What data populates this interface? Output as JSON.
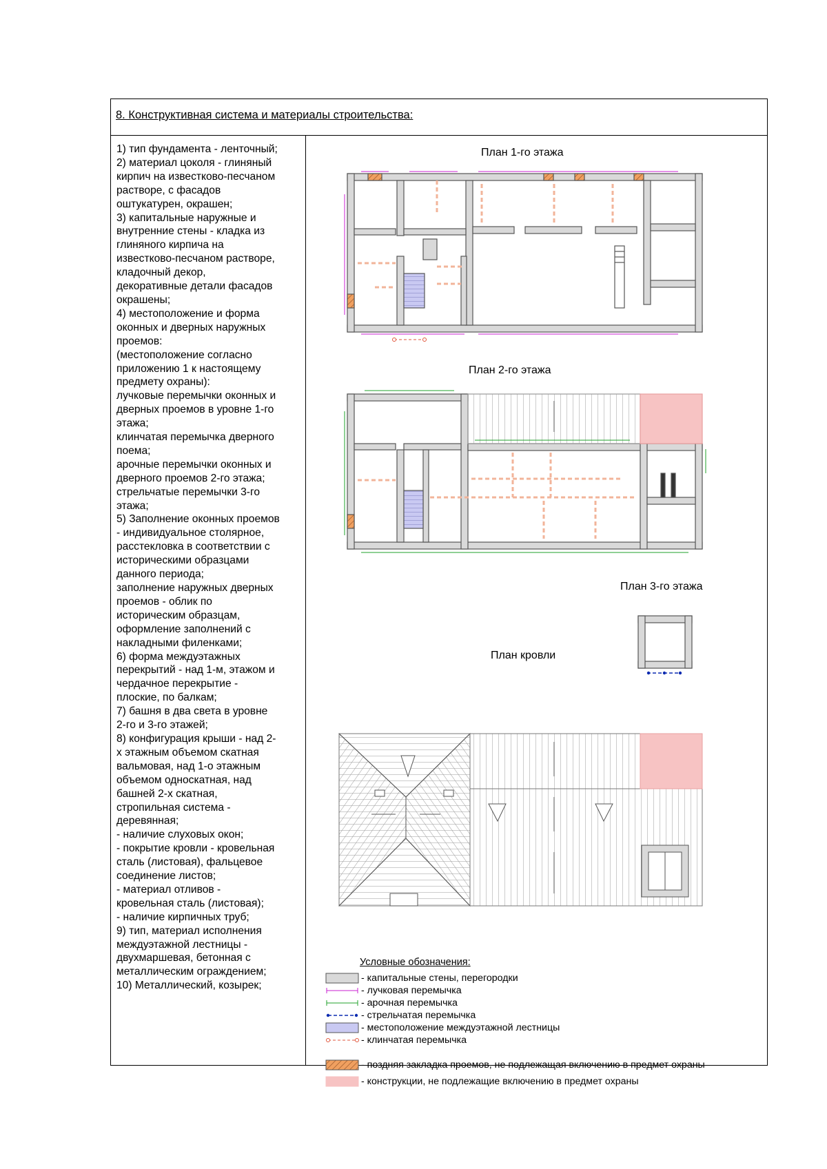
{
  "section_title": "8. Конструктивная система и материалы строительства:",
  "description_lines": [
    "1) тип фундамента - ленточный;",
    "2) материал цоколя - глиняный",
    "кирпич на известково-песчаном",
    "растворе, с фасадов",
    "оштукатурен, окрашен;",
    "3) капитальные наружные и",
    "внутренние стены - кладка из",
    "глиняного кирпича на",
    "известково-песчаном растворе,",
    "кладочный декор,",
    "декоративные детали фасадов",
    "окрашены;",
    "4) местоположение и форма",
    "оконных и дверных наружных",
    "проемов:",
    "(местоположение согласно",
    "приложению 1 к настоящему",
    "предмету охраны):",
    "лучковые перемычки оконных и",
    "дверных проемов в уровне 1-го",
    "этажа;",
    "клинчатая перемычка дверного",
    "поема;",
    "арочные перемычки оконных и",
    "дверного проемов 2-го этажа;",
    "стрельчатые перемычки 3-го",
    "этажа;",
    "5) Заполнение оконных проемов",
    "- индивидуальное столярное,",
    "расстекловка в соответствии с",
    "историческими образцами",
    "данного периода;",
    "заполнение наружных дверных",
    "проемов - облик по",
    "историческим образцам,",
    "оформление заполнений с",
    "накладными филенками;",
    "6) форма междуэтажных",
    "перекрытий - над 1-м, этажом и",
    "чердачное перекрытие -",
    "плоские, по балкам;",
    "7) башня в два света в уровне",
    "2-го и 3-го этажей;",
    "8) конфигурация крыши -  над 2-",
    "х этажным объемом скатная",
    "вальмовая, над 1-о этажным",
    "объемом односкатная, над",
    "башней 2-х скатная,",
    "стропильная система -",
    "деревянная;",
    "- наличие слуховых окон;",
    "- покрытие кровли - кровельная",
    "сталь (листовая), фальцевое",
    "соединение листов;",
    "- материал отливов -",
    "кровельная сталь (листовая);",
    "- наличие кирпичных труб;",
    "9) тип, материал исполнения",
    "междуэтажной лестницы -",
    "двухмаршевая, бетонная с",
    "металлическим ограждением;",
    "10) Металлический, козырек;"
  ],
  "plans": {
    "floor1": "План 1-го этажа",
    "floor2": "План 2-го этажа",
    "floor3": "План 3-го этажа",
    "roof": "План кровли"
  },
  "legend": {
    "title": "Условные обозначения:",
    "items": [
      {
        "symbol": "wall-swatch",
        "label": "- капитальные стены, перегородки"
      },
      {
        "symbol": "segmental-lintel-line",
        "label": "- лучковая перемычка"
      },
      {
        "symbol": "arched-lintel-line",
        "label": "- арочная перемычка"
      },
      {
        "symbol": "pointed-lintel-line",
        "label": "- стрельчатая перемычка"
      },
      {
        "symbol": "staircase-swatch",
        "label": "- местоположение междуэтажной лестницы"
      },
      {
        "symbol": "wedge-lintel-line",
        "label": "- клинчатая перемычка"
      },
      {
        "symbol": "late-infill-swatch",
        "label": "- поздняя закладка проемов, не подлежащая включению в предмет охраны"
      },
      {
        "symbol": "non-protected-swatch",
        "label": "- конструкции, не подлежащие включению в предмет охраны"
      }
    ]
  },
  "colors": {
    "wall_fill": "#d9d9d9",
    "segmental_lintel": "#c81fd0",
    "arched_lintel": "#1fa02a",
    "pointed_lintel": "#0a2ab0",
    "staircase": "#c9c9f2",
    "wedge_lintel": "#e2563c",
    "late_infill": "#f0a060",
    "non_protected": "#f7c3c3",
    "partition_dash": "#f2b49a"
  }
}
